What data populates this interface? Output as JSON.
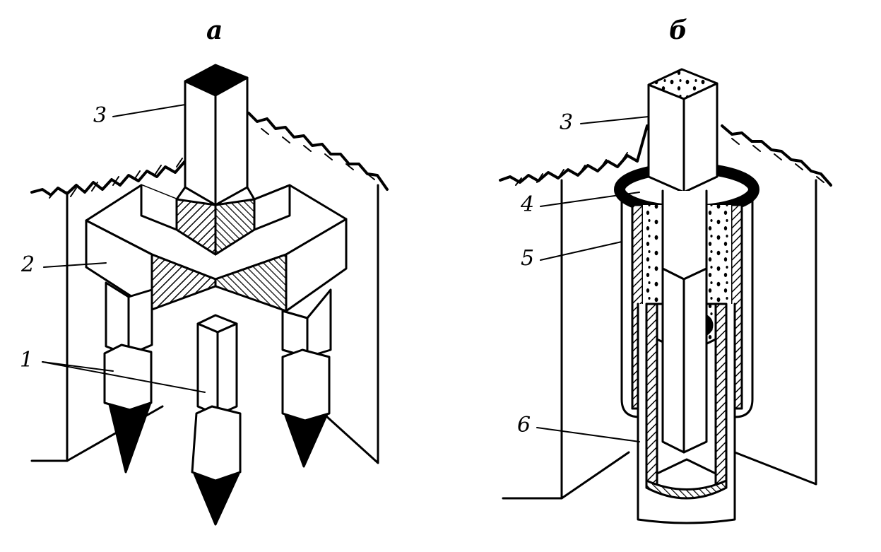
{
  "figures": [
    {
      "caption": "а",
      "labels": [
        "3",
        "2",
        "1"
      ]
    },
    {
      "caption": "б",
      "labels": [
        "3",
        "4",
        "5",
        "6"
      ]
    }
  ]
}
